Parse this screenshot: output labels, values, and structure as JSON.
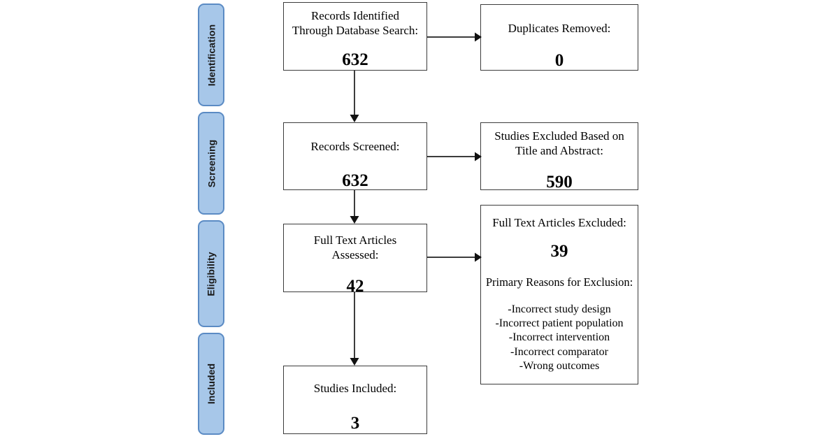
{
  "diagram": {
    "type": "prisma-flow-diagram",
    "background_color": "#ffffff",
    "stage_chip_fill": "#a7c7e9",
    "stage_chip_border": "#5b8bc4",
    "box_border_color": "#3c3c3c",
    "connector_color": "#3c3c3c"
  },
  "stages": [
    {
      "label": "Identification"
    },
    {
      "label": "Screening"
    },
    {
      "label": "Eligibility"
    },
    {
      "label": "Included"
    }
  ],
  "boxes": {
    "identified": {
      "title": "Records Identified\nThrough Database Search:",
      "count": "632"
    },
    "duplicates": {
      "title": "Duplicates Removed:",
      "count": "0"
    },
    "screened": {
      "title": "Records Screened:",
      "count": "632"
    },
    "excluded_title_abstract": {
      "title": "Studies Excluded Based on\nTitle and Abstract:",
      "count": "590"
    },
    "fulltext_assessed": {
      "title": "Full Text Articles\nAssessed:",
      "count": "42"
    },
    "fulltext_excluded": {
      "title": "Full Text Articles Excluded:",
      "count": "39",
      "subtitle": "Primary Reasons for Exclusion:",
      "reasons": "-Incorrect study design\n-Incorrect patient population\n-Incorrect intervention\n-Incorrect comparator\n-Wrong outcomes"
    },
    "included": {
      "title": "Studies Included:",
      "count": "3"
    }
  },
  "connectors": [
    {
      "name": "identified-to-duplicates",
      "direction": "right"
    },
    {
      "name": "identified-to-screened",
      "direction": "down"
    },
    {
      "name": "screened-to-excluded-title-abstract",
      "direction": "right"
    },
    {
      "name": "screened-to-fulltext",
      "direction": "down"
    },
    {
      "name": "fulltext-to-fulltext-excluded",
      "direction": "right"
    },
    {
      "name": "fulltext-to-included",
      "direction": "down"
    }
  ]
}
